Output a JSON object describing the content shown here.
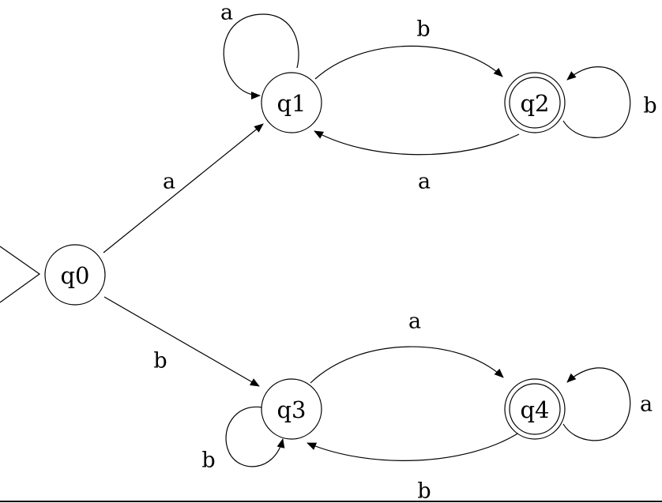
{
  "states": [
    {
      "id": "q0",
      "label": "q0",
      "accepting": false,
      "initial": true
    },
    {
      "id": "q1",
      "label": "q1",
      "accepting": false,
      "initial": false
    },
    {
      "id": "q2",
      "label": "q2",
      "accepting": true,
      "initial": false
    },
    {
      "id": "q3",
      "label": "q3",
      "accepting": false,
      "initial": false
    },
    {
      "id": "q4",
      "label": "q4",
      "accepting": true,
      "initial": false
    }
  ],
  "transitions": [
    {
      "from": "q0",
      "to": "q1",
      "label": "a"
    },
    {
      "from": "q0",
      "to": "q3",
      "label": "b"
    },
    {
      "from": "q1",
      "to": "q1",
      "label": "a"
    },
    {
      "from": "q1",
      "to": "q2",
      "label": "b"
    },
    {
      "from": "q2",
      "to": "q1",
      "label": "a"
    },
    {
      "from": "q2",
      "to": "q2",
      "label": "b"
    },
    {
      "from": "q3",
      "to": "q4",
      "label": "a"
    },
    {
      "from": "q3",
      "to": "q3",
      "label": "b"
    },
    {
      "from": "q4",
      "to": "q3",
      "label": "b"
    },
    {
      "from": "q4",
      "to": "q4",
      "label": "a"
    }
  ]
}
